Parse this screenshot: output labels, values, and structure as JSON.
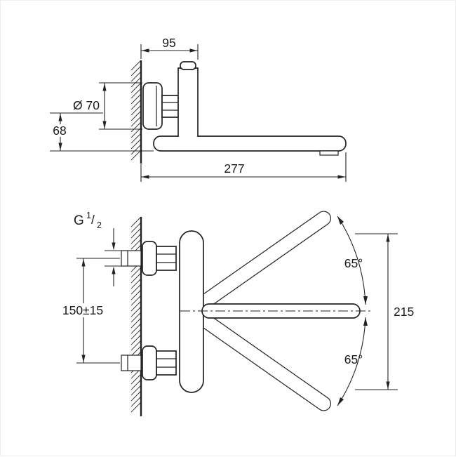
{
  "meta": {
    "background_color": "#ffffff",
    "line_color": "#222222",
    "drawing_type": "faucet-installation-dimensions"
  },
  "top_view": {
    "dim_wall_to_body": "95",
    "dim_flange_diameter": "Ø 70",
    "dim_spout_drop": "68",
    "dim_spout_reach": "277"
  },
  "front_view": {
    "thread": {
      "prefix": "G",
      "numerator": "1",
      "slash": "/",
      "denominator": "2"
    },
    "dim_connection_spacing": "150±15",
    "swivel_angle_upper": "65°",
    "swivel_angle_lower": "65°",
    "dim_overall_height": "215"
  }
}
